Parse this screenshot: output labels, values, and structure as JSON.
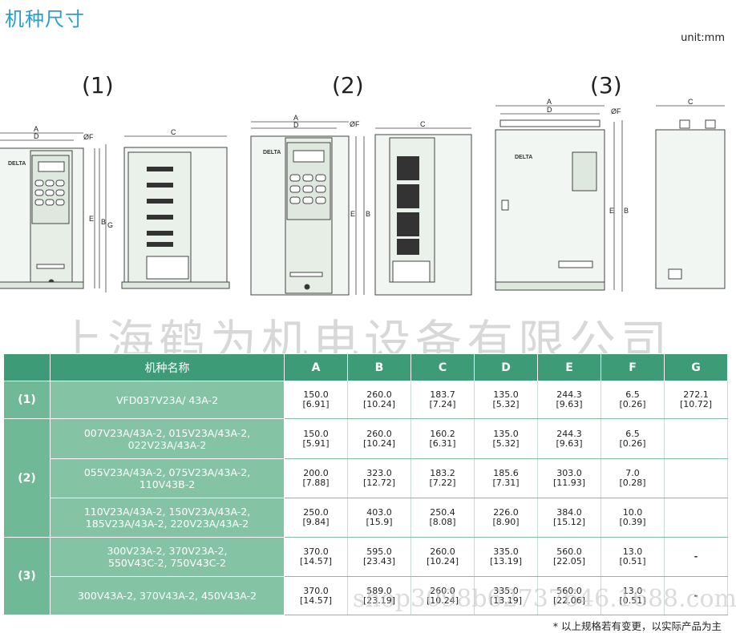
{
  "header": {
    "title": "机种尺寸",
    "unit": "unit:mm"
  },
  "figures": [
    {
      "label": "(1)"
    },
    {
      "label": "(2)"
    },
    {
      "label": "(3)"
    }
  ],
  "drawing_text": {
    "dim_A": "A",
    "dim_B": "B",
    "dim_C": "C",
    "dim_D": "D",
    "dim_E": "E",
    "dim_F": "ØF",
    "dim_G": "G",
    "brand": "DELTA"
  },
  "watermark": "上海鹤为机电设备有限公司",
  "watermark_bottom": "shop3098b62737646.1688.com",
  "table": {
    "headers": [
      "机种名称",
      "A",
      "B",
      "C",
      "D",
      "E",
      "F",
      "G"
    ],
    "groups": [
      {
        "label": "(1)",
        "rows": [
          {
            "name": "VFD037V23A/ 43A-2",
            "A": "150.0\n[6.91]",
            "B": "260.0\n[10.24]",
            "C": "183.7\n[7.24]",
            "D": "135.0\n[5.32]",
            "E": "244.3\n[9.63]",
            "F": "6.5\n[0.26]",
            "G": "272.1\n[10.72]"
          }
        ]
      },
      {
        "label": "(2)",
        "rows": [
          {
            "name": "007V23A/43A-2, 015V23A/43A-2,\n022V23A/43A-2",
            "A": "150.0\n[5.91]",
            "B": "260.0\n[10.24]",
            "C": "160.2\n[6.31]",
            "D": "135.0\n[5.32]",
            "E": "244.3\n[9.63]",
            "F": "6.5\n[0.26]",
            "G": ""
          },
          {
            "name": "055V23A/43A-2, 075V23A/43A-2,\n110V43B-2",
            "A": "200.0\n[7.88]",
            "B": "323.0\n[12.72]",
            "C": "183.2\n[7.22]",
            "D": "185.6\n[7.31]",
            "E": "303.0\n[11.93]",
            "F": "7.0\n[0.28]",
            "G": ""
          },
          {
            "name": "110V23A/43A-2, 150V23A/43A-2,\n185V23A/43A-2, 220V23A/43A-2",
            "A": "250.0\n[9.84]",
            "B": "403.0\n[15.9]",
            "C": "250.4\n[8.08]",
            "D": "226.0\n[8.90]",
            "E": "384.0\n[15.12]",
            "F": "10.0\n[0.39]",
            "G": ""
          }
        ]
      },
      {
        "label": "(3)",
        "rows": [
          {
            "name": "300V23A-2, 370V23A-2,\n550V43C-2, 750V43C-2",
            "A": "370.0\n[14.57]",
            "B": "595.0\n[23.43]",
            "C": "260.0\n[10.24]",
            "D": "335.0\n[13.19]",
            "E": "560.0\n[22.05]",
            "F": "13.0\n[0.51]",
            "G": "-"
          },
          {
            "name": "300V43A-2, 370V43A-2, 450V43A-2",
            "A": "370.0\n[14.57]",
            "B": "589.0\n[23.19]",
            "C": "260.0\n[10.24]",
            "D": "335.0\n[13.19]",
            "E": "560.0\n[22.06]",
            "F": "13.0\n[0.51]",
            "G": "-"
          }
        ]
      }
    ]
  },
  "footnote": "* 以上规格若有变更，以实际产品为主"
}
